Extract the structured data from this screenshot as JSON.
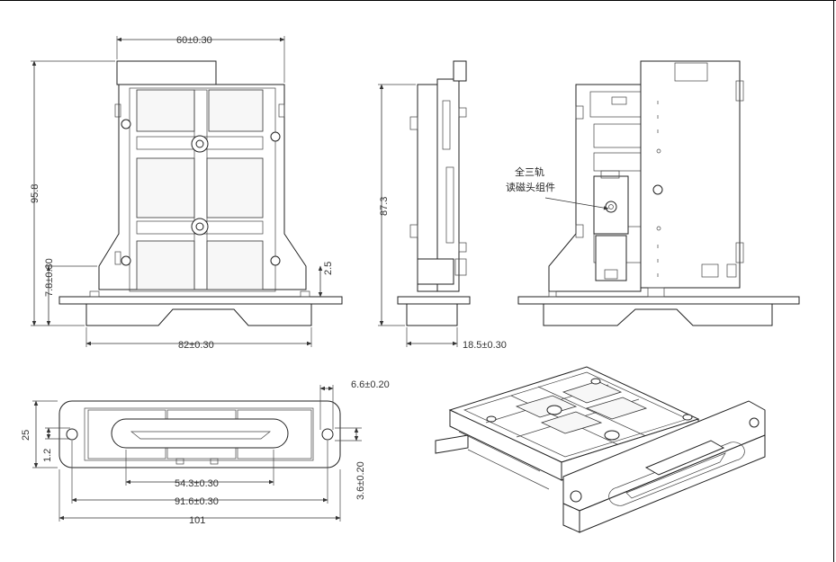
{
  "window": {
    "border_color": "#000000",
    "line_color": "#222222",
    "background": "#ffffff"
  },
  "front_view": {
    "width_top": "60±0.30",
    "height_total": "95.8",
    "offset_bottom": "7.8±0.30",
    "small_gap": "2.5",
    "width_base": "82±0.30"
  },
  "side_view": {
    "height": "87.3",
    "depth": "18.5±0.30"
  },
  "back_view": {
    "callout_line1": "全三轨",
    "callout_line2": "读磁头组件"
  },
  "bottom_view": {
    "height": "25",
    "slot_offset": "1.2",
    "right_gap": "6.6±0.20",
    "right_height": "3.6±0.20",
    "slot_length": "54.3±0.30",
    "hole_pitch": "91.6±0.30",
    "total_width": "101"
  }
}
